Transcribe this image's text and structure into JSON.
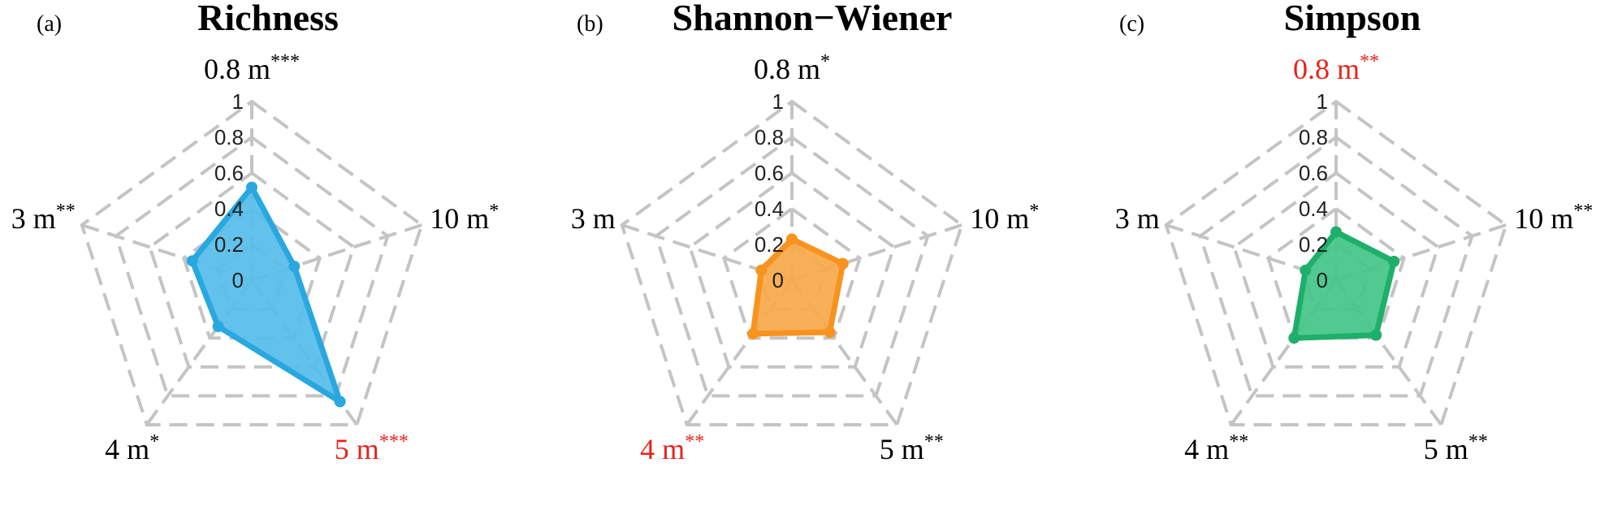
{
  "chart_data": [
    {
      "type": "radar",
      "panel": "(a)",
      "title": "Richness",
      "color": "#29a8e0",
      "fill_color": "#56bde9",
      "axis_ticks": [
        "0",
        "0.2",
        "0.4",
        "0.6",
        "0.8",
        "1"
      ],
      "rlim": [
        0,
        1
      ],
      "axes": [
        {
          "name": "0.8 m",
          "sig": "***",
          "highlight": false
        },
        {
          "name": "10 m",
          "sig": "*",
          "highlight": false
        },
        {
          "name": "5 m",
          "sig": "***",
          "highlight": true
        },
        {
          "name": "4 m",
          "sig": "*",
          "highlight": false
        },
        {
          "name": "3 m",
          "sig": "**",
          "highlight": false
        }
      ],
      "values": [
        0.52,
        0.25,
        0.84,
        0.32,
        0.35
      ]
    },
    {
      "type": "radar",
      "panel": "(b)",
      "title": "Shannon−Wiener",
      "color": "#f7931e",
      "fill_color": "#f6a84a",
      "axis_ticks": [
        "0",
        "0.2",
        "0.4",
        "0.6",
        "0.8",
        "1"
      ],
      "rlim": [
        0,
        1
      ],
      "axes": [
        {
          "name": "0.8 m",
          "sig": "*",
          "highlight": false
        },
        {
          "name": "10 m",
          "sig": "*",
          "highlight": false
        },
        {
          "name": "5 m",
          "sig": "**",
          "highlight": false
        },
        {
          "name": "4 m",
          "sig": "**",
          "highlight": true
        },
        {
          "name": "3 m",
          "sig": "",
          "highlight": false
        }
      ],
      "values": [
        0.23,
        0.3,
        0.36,
        0.37,
        0.18
      ]
    },
    {
      "type": "radar",
      "panel": "(c)",
      "title": "Simpson",
      "color": "#1eb06b",
      "fill_color": "#43c487",
      "axis_ticks": [
        "0",
        "0.2",
        "0.4",
        "0.6",
        "0.8",
        "1"
      ],
      "rlim": [
        0,
        1
      ],
      "axes": [
        {
          "name": "0.8 m",
          "sig": "**",
          "highlight": true
        },
        {
          "name": "10 m",
          "sig": "**",
          "highlight": false
        },
        {
          "name": "5 m",
          "sig": "**",
          "highlight": false
        },
        {
          "name": "4 m",
          "sig": "**",
          "highlight": false
        },
        {
          "name": "3 m",
          "sig": "",
          "highlight": false
        }
      ],
      "values": [
        0.27,
        0.34,
        0.38,
        0.4,
        0.18
      ]
    }
  ],
  "colors": {
    "grid": "#c4c4c4",
    "highlight_label": "#e8231a",
    "normal_label": "#000000"
  }
}
